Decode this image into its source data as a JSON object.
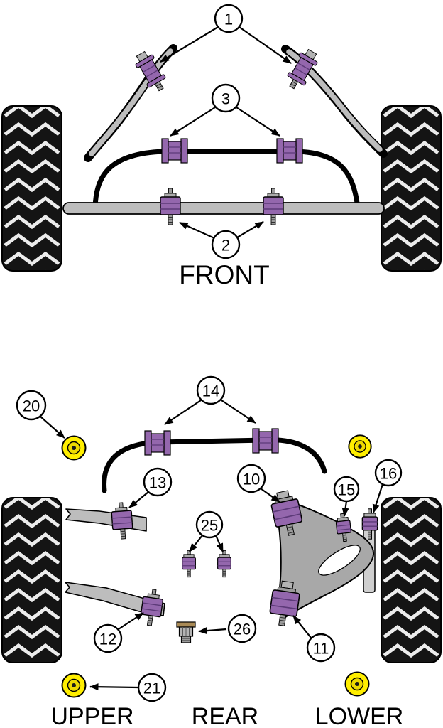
{
  "page": {
    "background": "#ffffff"
  },
  "front": {
    "label": "FRONT",
    "callouts": {
      "c1": "1",
      "c2": "2",
      "c3": "3"
    }
  },
  "rear": {
    "labels": {
      "upper": "UPPER",
      "rear": "REAR",
      "lower": "LOWER"
    },
    "callouts": {
      "c10": "10",
      "c11": "11",
      "c12": "12",
      "c13": "13",
      "c14": "14",
      "c15": "15",
      "c16": "16",
      "c20": "20",
      "c21": "21",
      "c25": "25",
      "c26": "26"
    }
  },
  "colors": {
    "bushing_purple": "#9467ad",
    "bushing_purple_dark": "#5c3a78",
    "bushing_yellow": "#ffee00",
    "metal_gray": "#bdbdbd",
    "bar_black": "#000000",
    "tire_black": "#141414"
  }
}
